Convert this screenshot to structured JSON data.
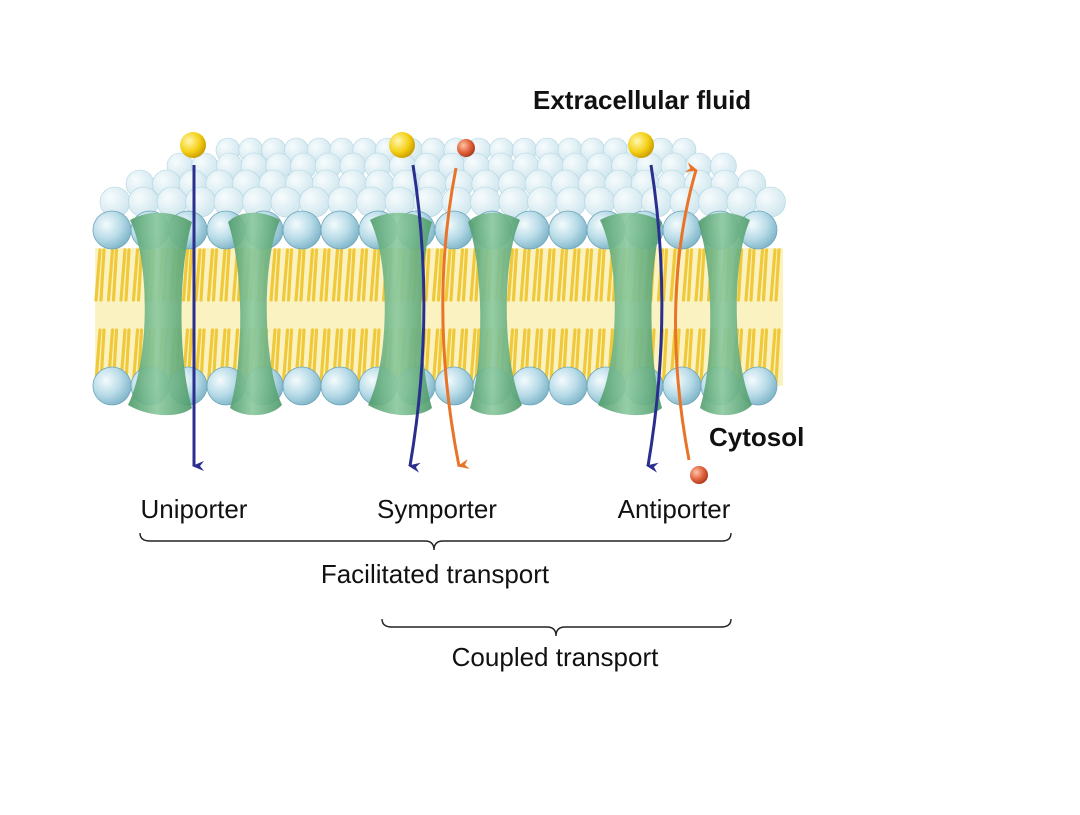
{
  "labels": {
    "extracellular": "Extracellular fluid",
    "cytosol": "Cytosol",
    "uniporter": "Uniporter",
    "symporter": "Symporter",
    "antiporter": "Antiporter",
    "facilitated": "Facilitated transport",
    "coupled": "Coupled transport"
  },
  "colors": {
    "membrane_tail": "#f3d44a",
    "membrane_band": "#fbf2c2",
    "head_blue": "#a9d4e2",
    "protein_green": "#6cae84",
    "arrow_blue": "#2a2f8f",
    "arrow_orange": "#e8742a",
    "solute_yellow": "#f7d417",
    "solute_orange": "#e0603a"
  },
  "icons": {
    "solute_a": "yellow-sphere",
    "solute_b": "orange-sphere",
    "transporter": "green-channel-protein"
  }
}
